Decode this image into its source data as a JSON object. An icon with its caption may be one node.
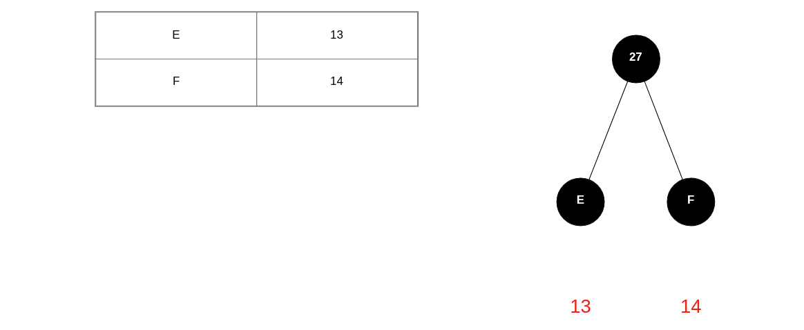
{
  "diagram": {
    "nodes": [
      {
        "text": [
          "27"
        ]
      },
      {
        "text": [
          "E"
        ],
        "beside": [
          "13"
        ]
      },
      {
        "text": [
          "F"
        ],
        "beside": [
          "14"
        ]
      }
    ],
    "edges": [
      {
        "from": 0,
        "to": 1,
        "arrow": "none"
      },
      {
        "from": 0,
        "to": 2,
        "arrow": "none"
      }
    ],
    "labels": [
      "E",
      "13",
      "F",
      "14"
    ]
  }
}
